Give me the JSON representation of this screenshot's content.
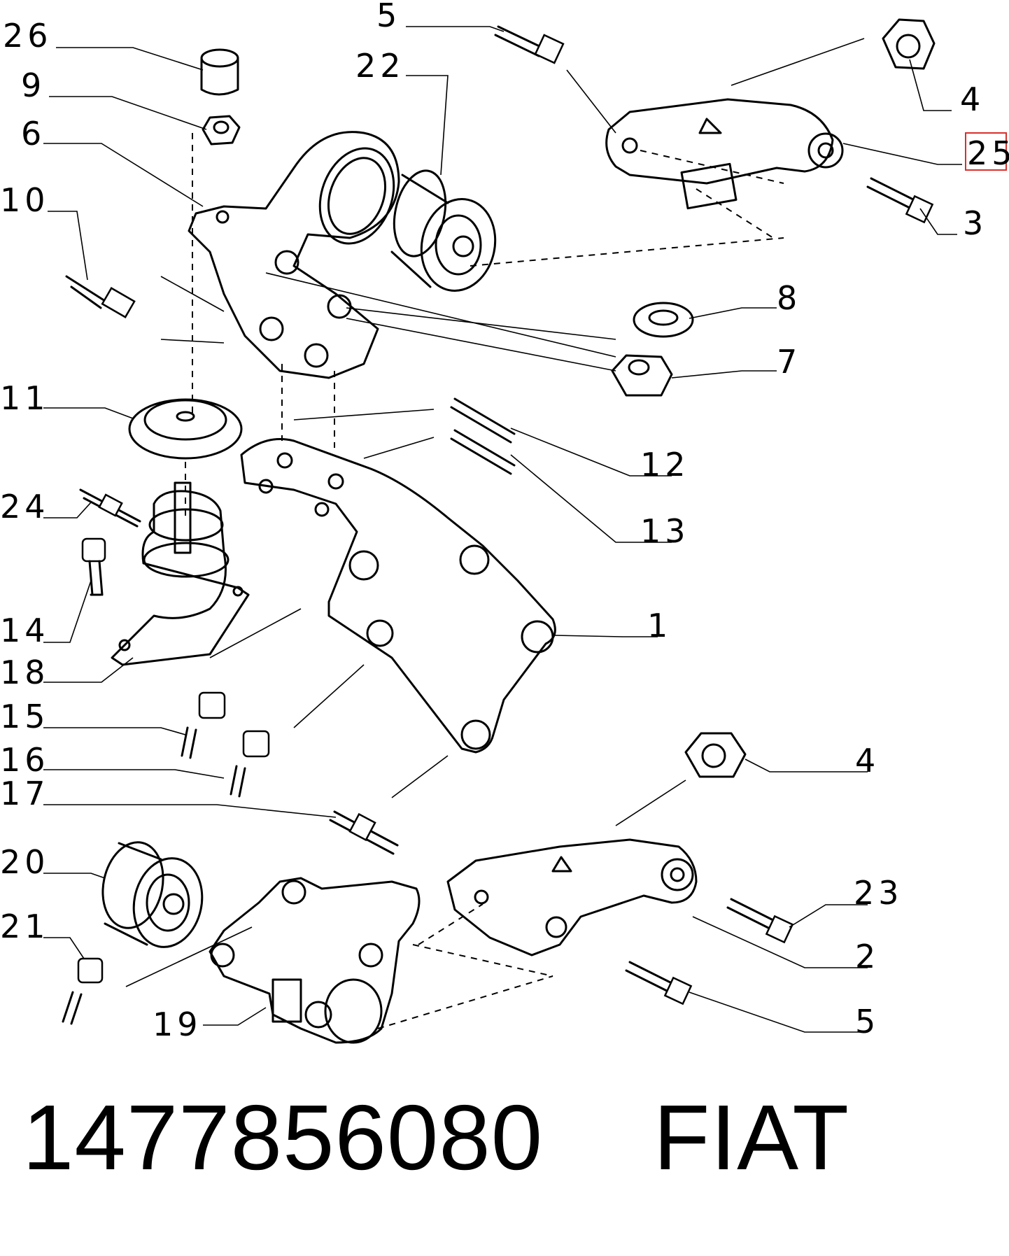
{
  "callouts": {
    "c26": "26",
    "c9": "9",
    "c6": "6",
    "c10": "10",
    "c11": "11",
    "c24": "24",
    "c14": "14",
    "c18": "18",
    "c15": "15",
    "c16": "16",
    "c17": "17",
    "c20": "20",
    "c21": "21",
    "c19": "19",
    "c5_top": "5",
    "c22": "22",
    "c4_top": "4",
    "c25": "25",
    "c3": "3",
    "c8": "8",
    "c7": "7",
    "c12": "12",
    "c13": "13",
    "c1": "1",
    "c4_bottom": "4",
    "c23": "23",
    "c2": "2",
    "c5_bottom": "5"
  },
  "highlighted_callout": "25",
  "highlight_color": "#d9302c",
  "footer": {
    "part_number": "1477856080",
    "brand": "FIAT"
  }
}
